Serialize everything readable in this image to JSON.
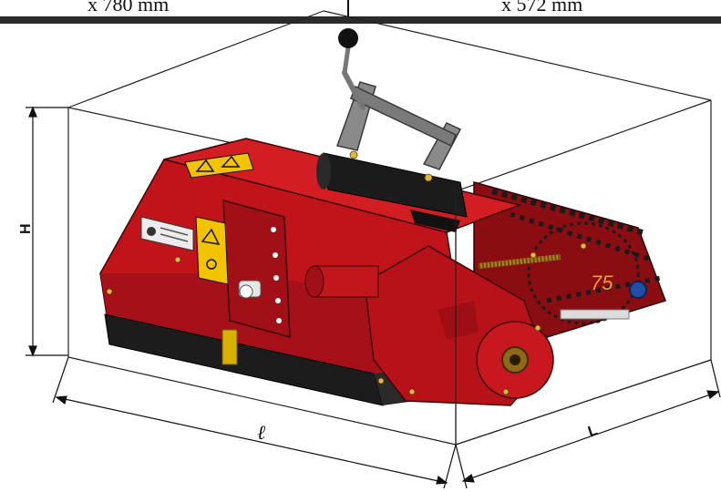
{
  "header": {
    "left_value": "x 780 mm",
    "right_value": "x 572 mm"
  },
  "dimensions": {
    "height_label": "H",
    "length_label": "ℓ",
    "width_label": "L"
  },
  "machine": {
    "model_marking": "75",
    "body_color": "#c0141a",
    "dark_color": "#6e0a0d",
    "warning_color": "#f2c400"
  }
}
